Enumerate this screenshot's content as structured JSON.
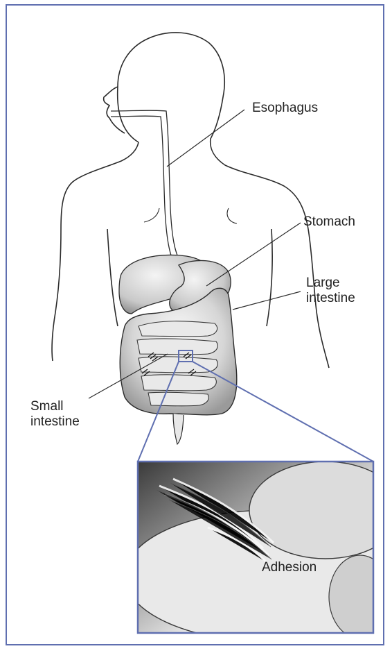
{
  "labels": {
    "esophagus": "Esophagus",
    "stomach": "Stomach",
    "large_intestine": "Large\nintestine",
    "small_intestine": "Small\nintestine",
    "adhesion": "Adhesion"
  },
  "colors": {
    "frame": "#5f6fb0",
    "outline": "#2a2a2a",
    "shading": "#8a8a8a"
  }
}
